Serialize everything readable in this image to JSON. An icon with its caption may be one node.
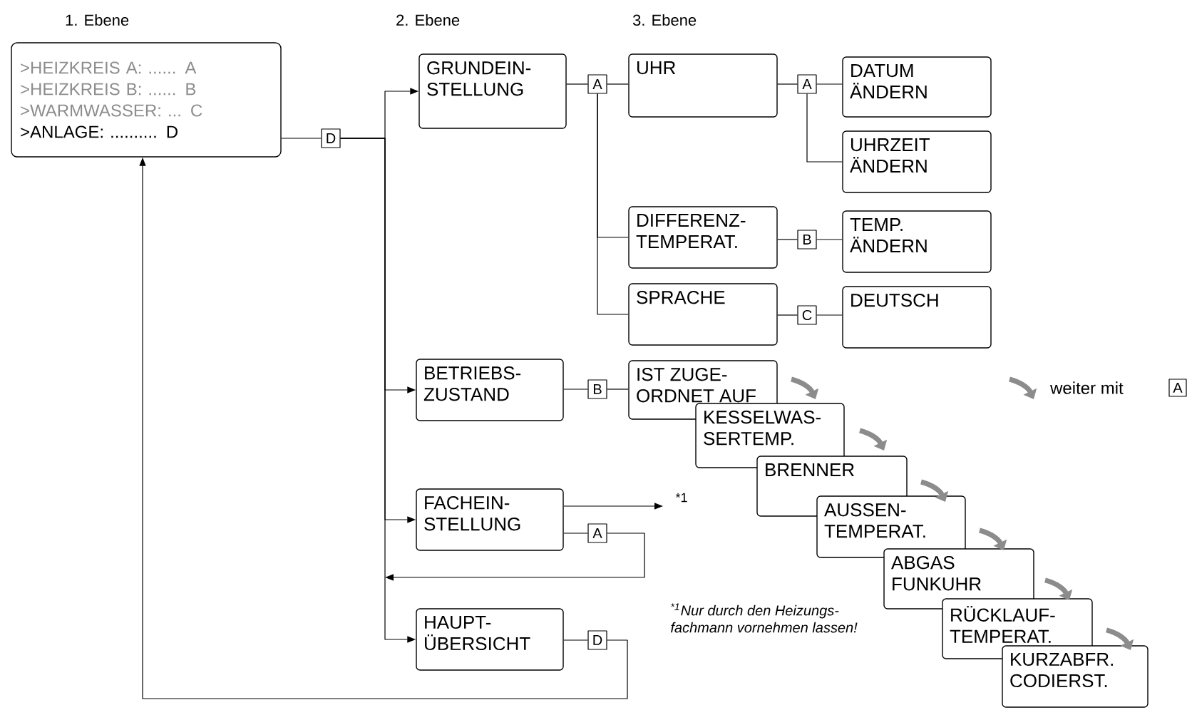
{
  "diagram": {
    "nodes": [
      {
        "text": [
          ">HEIZKREIS A: ...... A",
          ">HEIZKREIS B: ...... B",
          ">WARMWASSER: ... C",
          ">ANLAGE: .......... D"
        ]
      },
      {
        "text": [
          "D"
        ]
      },
      {
        "text": [
          "GRUNDEIN- STELLUNG"
        ]
      },
      {
        "text": [
          "A"
        ]
      },
      {
        "text": [
          "UHR"
        ]
      },
      {
        "text": [
          "A"
        ]
      },
      {
        "text": [
          "DATUM ÄNDERN"
        ]
      },
      {
        "text": [
          "UHRZEIT ÄNDERN"
        ]
      },
      {
        "text": [
          "DIFFERENZ- TEMPERAT."
        ]
      },
      {
        "text": [
          "B"
        ]
      },
      {
        "text": [
          "TEMP. ÄNDERN"
        ]
      },
      {
        "text": [
          "SPRACHE"
        ]
      },
      {
        "text": [
          "C"
        ]
      },
      {
        "text": [
          "DEUTSCH"
        ]
      },
      {
        "text": [
          "BETRIEBS- ZUSTAND"
        ]
      },
      {
        "text": [
          "B"
        ]
      },
      {
        "text": [
          "IST ZUGE- ORDNET AUF"
        ]
      },
      {
        "text": [
          "KESSELWAS- SERTEMP."
        ]
      },
      {
        "text": [
          "BRENNER"
        ]
      },
      {
        "text": [
          "AUSSEN- TEMPERAT."
        ]
      },
      {
        "text": [
          "ABGAS FUNKUHR"
        ]
      },
      {
        "text": [
          "RÜCKLAUF- TEMPERAT."
        ]
      },
      {
        "text": [
          "KURZABFR. CODIERST."
        ]
      },
      {
        "text": [
          "FACHEIN- STELLUNG"
        ]
      },
      {
        "text": [
          "A"
        ]
      },
      {
        "text": [
          "HAUPT- ÜBERSICHT"
        ]
      },
      {
        "text": [
          "D"
        ]
      }
    ],
    "edges": [
      {
        "from": 0,
        "to": 1,
        "arrow": "none"
      },
      {
        "from": 1,
        "to": 2,
        "arrow": "to"
      },
      {
        "from": 1,
        "to": 14,
        "arrow": "to"
      },
      {
        "from": 1,
        "to": 23,
        "arrow": "to"
      },
      {
        "from": 1,
        "to": 25,
        "arrow": "to"
      },
      {
        "from": 2,
        "to": 3,
        "arrow": "none"
      },
      {
        "from": 3,
        "to": 4,
        "arrow": "none"
      },
      {
        "from": 3,
        "to": 8,
        "arrow": "none"
      },
      {
        "from": 3,
        "to": 11,
        "arrow": "none"
      },
      {
        "from": 4,
        "to": 5,
        "arrow": "none"
      },
      {
        "from": 5,
        "to": 6,
        "arrow": "none"
      },
      {
        "from": 5,
        "to": 7,
        "arrow": "none"
      },
      {
        "from": 8,
        "to": 9,
        "arrow": "none"
      },
      {
        "from": 9,
        "to": 10,
        "arrow": "none"
      },
      {
        "from": 11,
        "to": 12,
        "arrow": "none"
      },
      {
        "from": 12,
        "to": 13,
        "arrow": "none"
      },
      {
        "from": 14,
        "to": 15,
        "arrow": "none"
      },
      {
        "from": 15,
        "to": 16,
        "arrow": "none"
      },
      {
        "from": 23,
        "to": null,
        "arrow": "to",
        "label": "*1"
      },
      {
        "from": 23,
        "to": 24,
        "arrow": "none"
      },
      {
        "from": 24,
        "to": null,
        "arrow": "to"
      },
      {
        "from": 25,
        "to": 26,
        "arrow": "none"
      },
      {
        "from": 26,
        "to": 0,
        "arrow": "to"
      }
    ],
    "labels": [
      "1. Ebene",
      "2. Ebene",
      "3. Ebene",
      "A",
      "$^{*1}$Nur durch den Heizungs- fachmann vornehmen lassen!"
    ],
    "legend": [
      {
        "text": "weiter mit"
      }
    ]
  }
}
